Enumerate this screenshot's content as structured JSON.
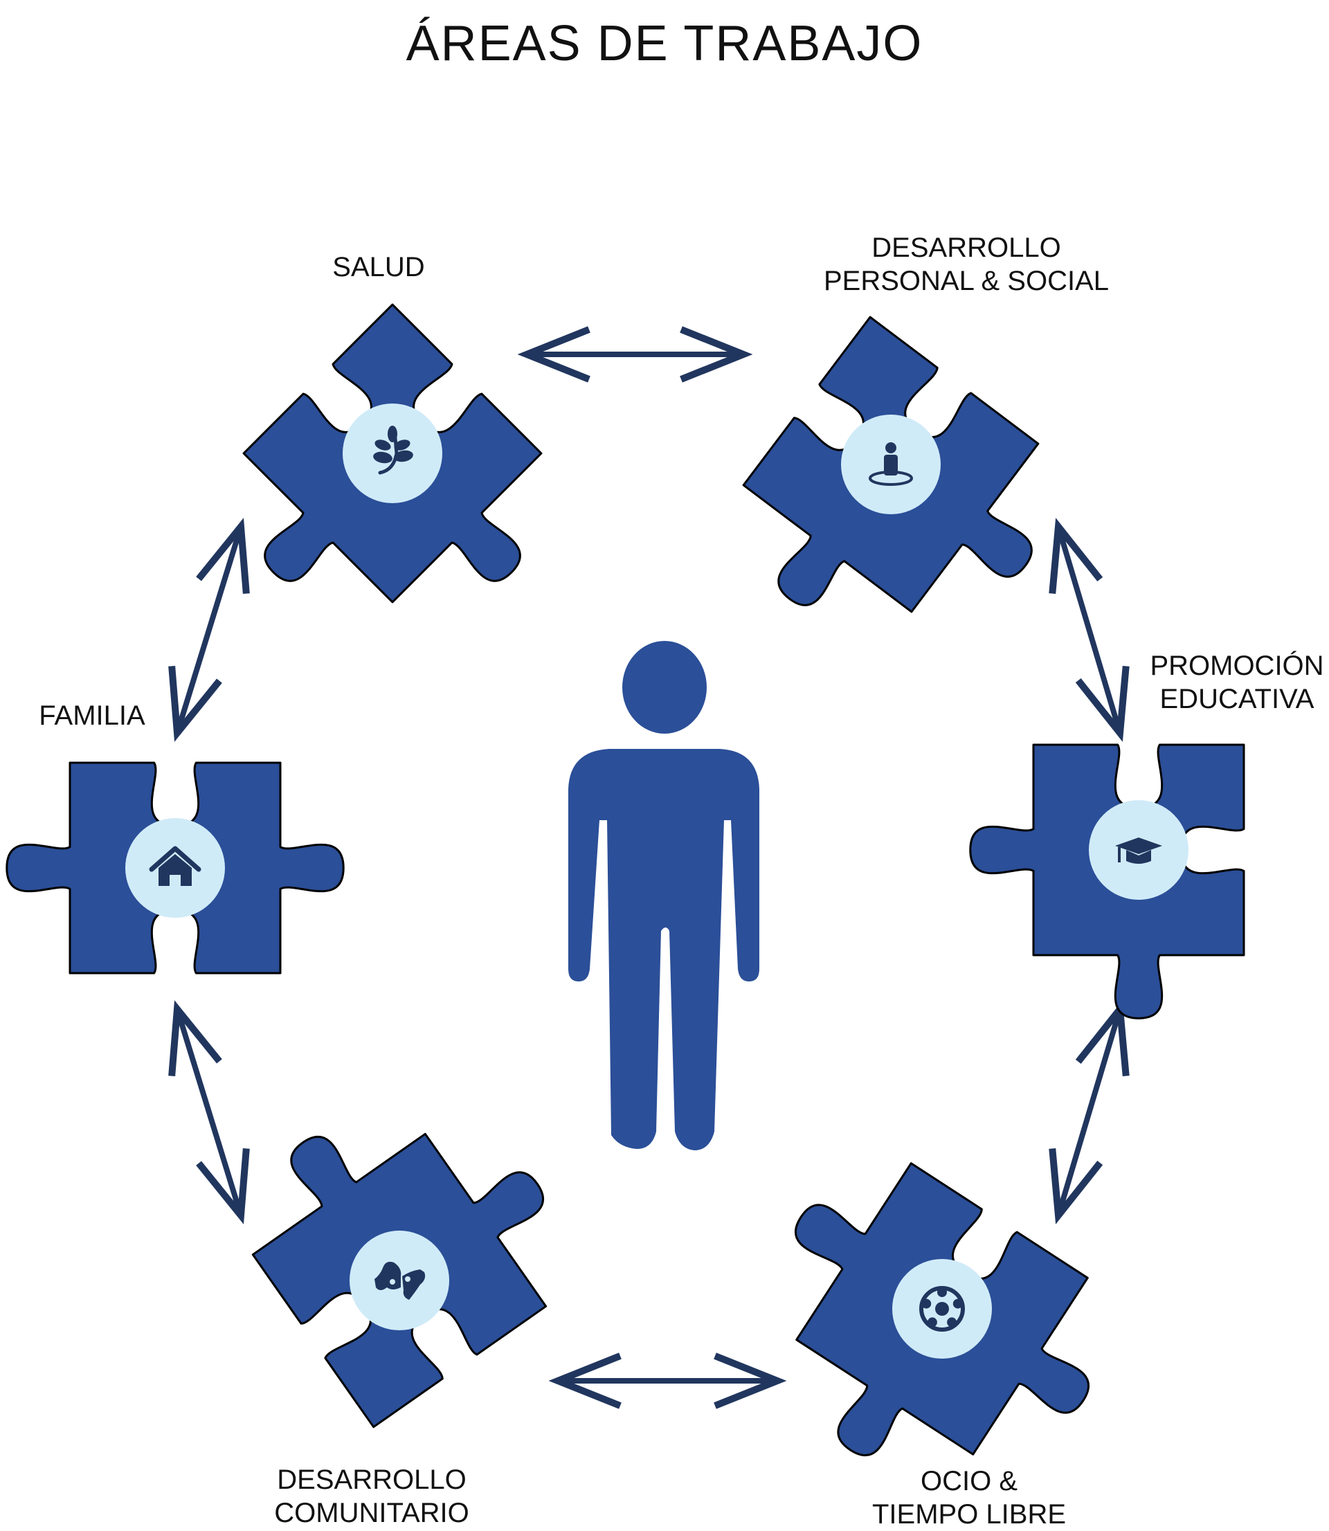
{
  "title": "ÁREAS DE TRABAJO",
  "colors": {
    "piece": "#2B4F98",
    "icon_bg": "#D0EBF8",
    "icon": "#21365E",
    "arrow": "#21365E",
    "person": "#2B4F98"
  },
  "areas": [
    {
      "lines": [
        "SALUD"
      ],
      "icon": "leaf-icon"
    },
    {
      "lines": [
        "DESARROLLO",
        "PERSONAL & SOCIAL"
      ],
      "icon": "person-pin-icon"
    },
    {
      "lines": [
        "PROMOCIÓN",
        "EDUCATIVA"
      ],
      "icon": "graduation-cap-icon"
    },
    {
      "lines": [
        "FAMILIA"
      ],
      "icon": "house-icon"
    },
    {
      "lines": [
        "DESARROLLO",
        "COMUNITARIO"
      ],
      "icon": "handshake-icon"
    },
    {
      "lines": [
        "OCIO &",
        "TIEMPO LIBRE"
      ],
      "icon": "soccer-ball-icon"
    }
  ]
}
